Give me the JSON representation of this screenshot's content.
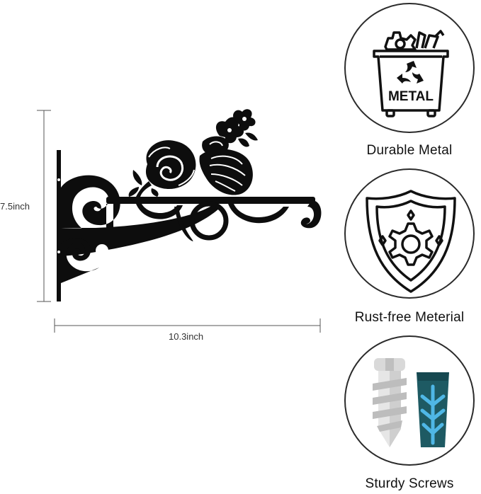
{
  "product": {
    "height_label": "7.5inch",
    "width_label": "10.3inch"
  },
  "features": [
    {
      "label": "Durable Metal",
      "icon": "recycle-metal-bin-icon",
      "badge_text": "METAL"
    },
    {
      "label": "Rust-free Meterial",
      "icon": "shield-gear-icon"
    },
    {
      "label": "Sturdy Screws",
      "icon": "screw-anchor-icon"
    }
  ],
  "colors": {
    "bracket": "#0d0d0d",
    "outline": "#2b2b2b",
    "screw_gray": "#d9d9d9",
    "anchor_teal": "#1e5a63",
    "anchor_blue": "#4fb7e6"
  }
}
